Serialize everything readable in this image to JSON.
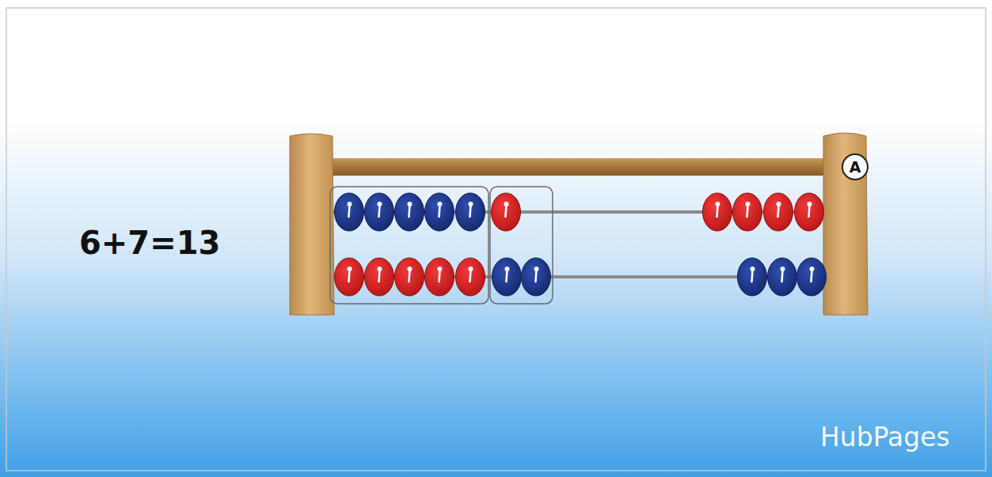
{
  "diagram": {
    "nodes": [
      {
        "text": [
          "A"
        ]
      }
    ],
    "labels": [
      "6+7=13",
      "HubPages"
    ]
  }
}
